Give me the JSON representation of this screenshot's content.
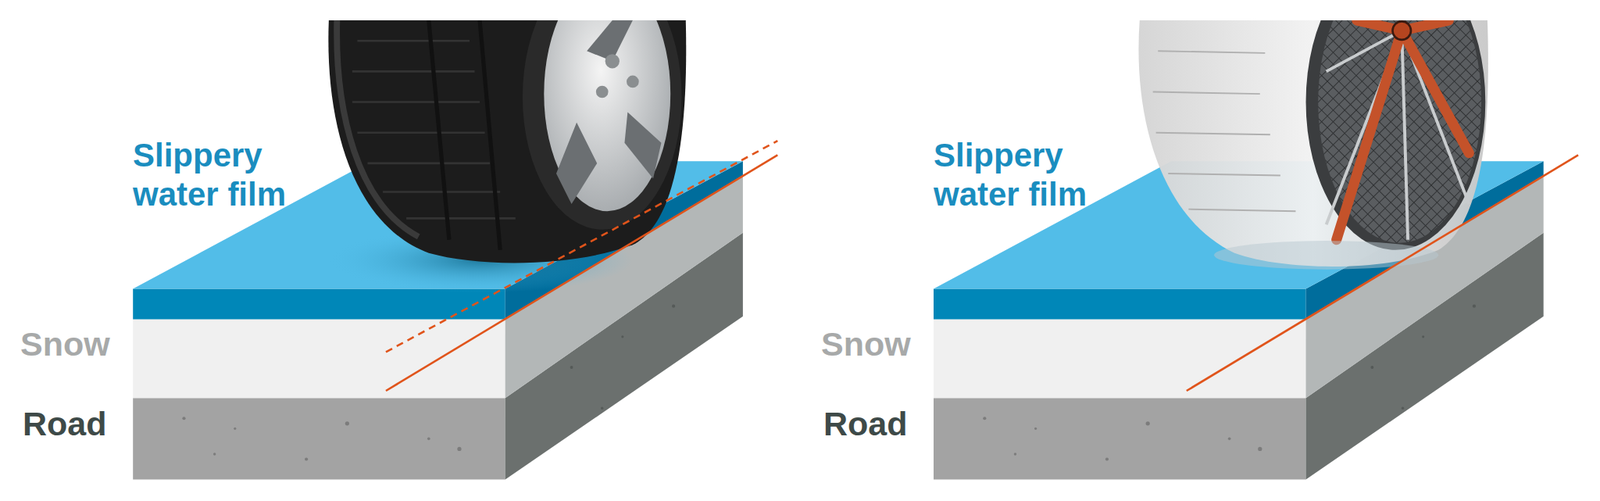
{
  "diagram": {
    "labels": [
      "Slippery water film",
      "Snow",
      "Road",
      "Slippery water film",
      "Snow",
      "Road"
    ]
  }
}
